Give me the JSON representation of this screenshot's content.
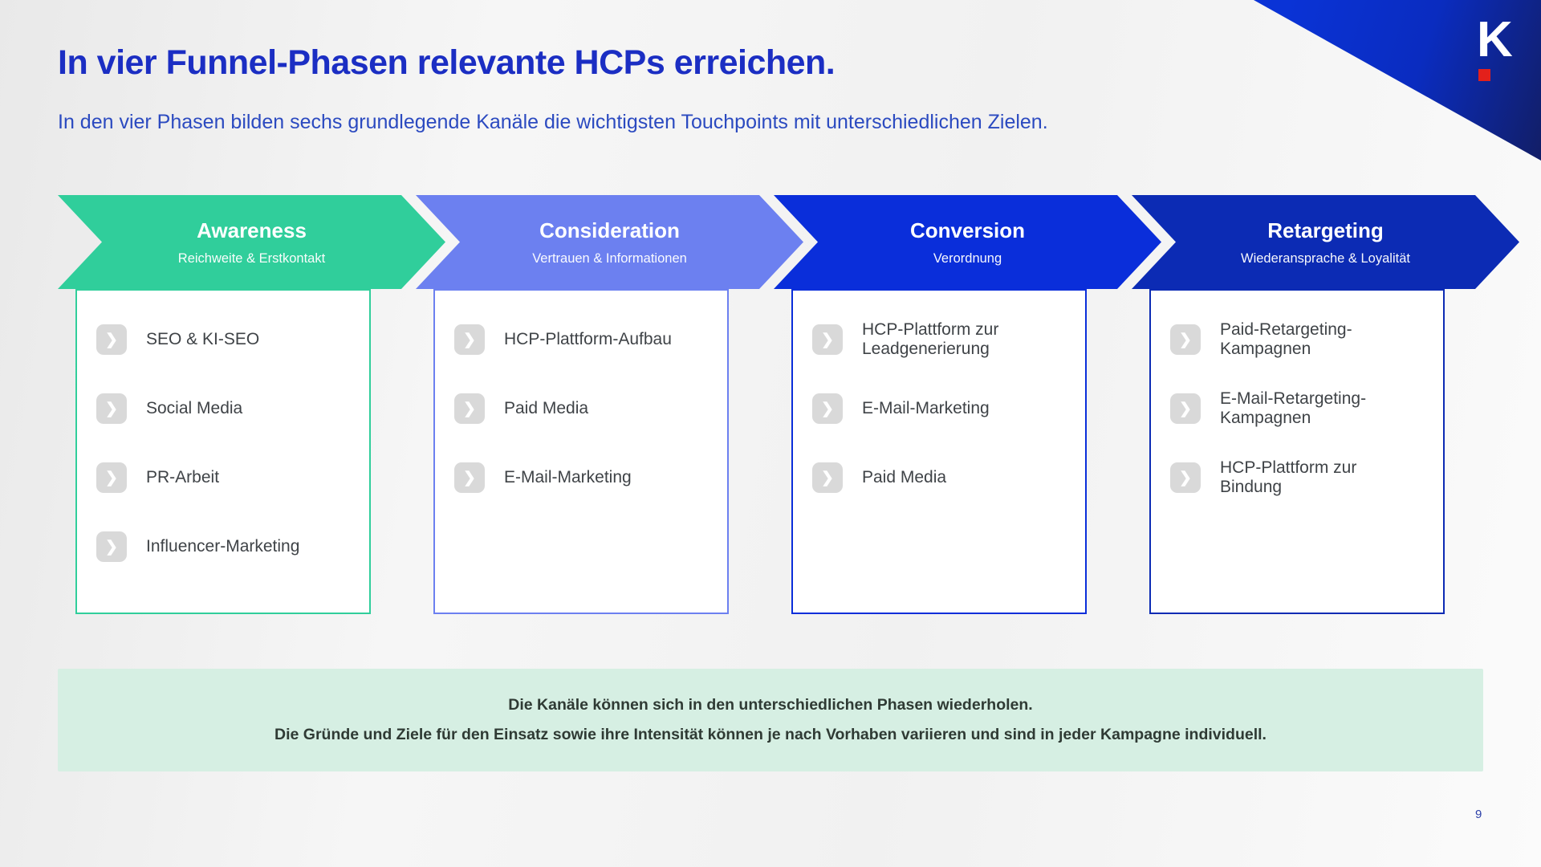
{
  "slide": {
    "title": "In vier Funnel-Phasen relevante HCPs erreichen.",
    "subtitle": "In den vier Phasen bilden sechs grundlegende Kanäle die wichtigsten Touchpoints mit unterschiedlichen Zielen.",
    "page_number": "9"
  },
  "logo": {
    "letter": "K"
  },
  "phases": [
    {
      "name": "Awareness",
      "subtitle": "Reichweite & Erstkontakt",
      "color": "#30ce9b",
      "items": [
        "SEO & KI-SEO",
        "Social Media",
        "PR-Arbeit",
        "Influencer-Marketing"
      ]
    },
    {
      "name": "Consideration",
      "subtitle": "Vertrauen & Informationen",
      "color": "#6c80f0",
      "items": [
        "HCP-Plattform-Aufbau",
        "Paid Media",
        "E-Mail-Marketing"
      ]
    },
    {
      "name": "Conversion",
      "subtitle": "Verordnung",
      "color": "#0a2eda",
      "items": [
        "HCP-Plattform zur Leadgenerierung",
        "E-Mail-Marketing",
        "Paid Media"
      ]
    },
    {
      "name": "Retargeting",
      "subtitle": "Wiederansprache & Loyalität",
      "color": "#0c2bb4",
      "items": [
        "Paid-Retargeting-Kampagnen",
        "E-Mail-Retargeting-Kampagnen",
        "HCP-Plattform zur Bindung"
      ]
    }
  ],
  "note": {
    "line1": "Die Kanäle können sich in den unterschiedlichen Phasen wiederholen.",
    "line2": "Die Gründe und Ziele für den Einsatz sowie ihre Intensität können je nach Vorhaben variieren und sind in jeder Kampagne individuell."
  },
  "icons": {
    "chevron_glyph": "❯"
  },
  "colors": {
    "title_text": "#1b2ec3",
    "subtitle_text": "#2b4ac0",
    "note_bg": "#d6efe3",
    "note_text": "#2f3a34",
    "icon_bg": "#d9d9d9",
    "logo_red": "#e3201b",
    "page_number": "#2b3fa8"
  }
}
